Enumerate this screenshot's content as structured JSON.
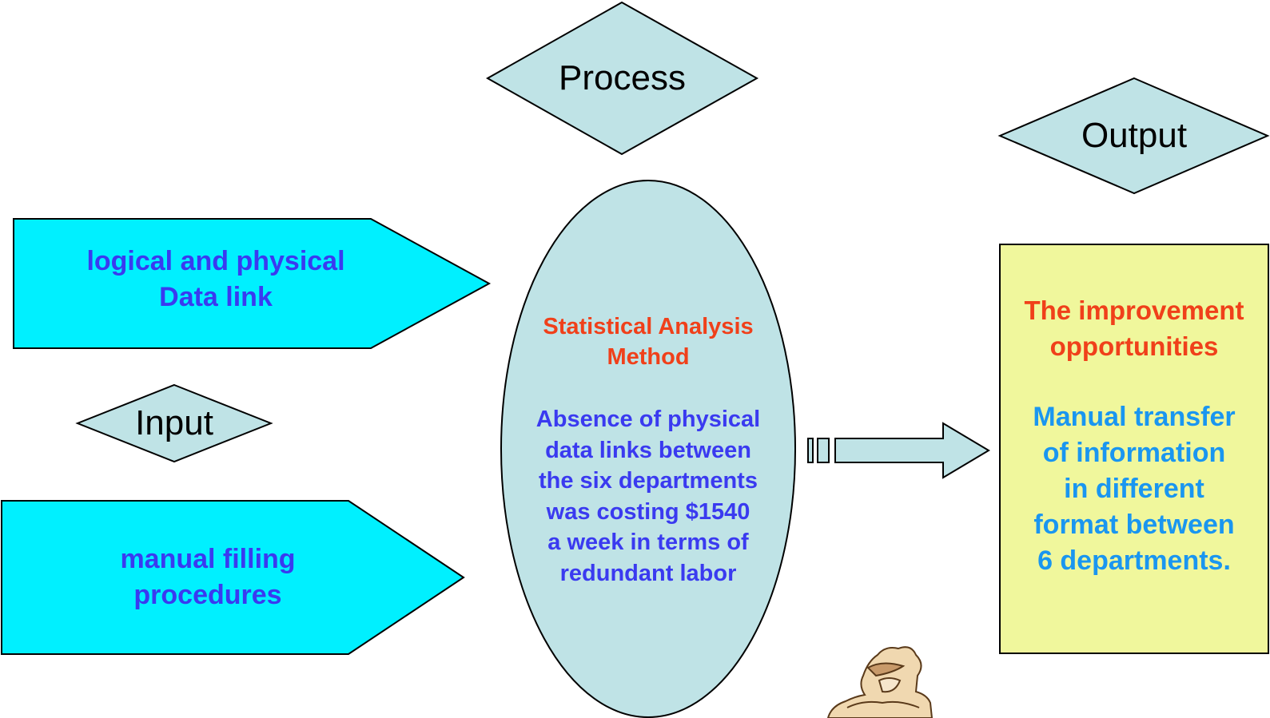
{
  "colors": {
    "input_shape_fill": "#00f0ff",
    "process_shape_fill": "#bfe3e6",
    "output_box_fill": "#f0f79c",
    "input_text": "#3a3af0",
    "method_title_text": "#f0401a",
    "method_body_text": "#3a3af0",
    "output_title_text": "#f0401a",
    "output_body_text": "#1a96f0"
  },
  "labels": {
    "process": "Process",
    "input": "Input",
    "output": "Output"
  },
  "inputs": {
    "first": [
      "logical and physical",
      "Data  link"
    ],
    "second": [
      "manual  filling",
      "procedures"
    ]
  },
  "process": {
    "title": [
      "Statistical Analysis",
      "Method"
    ],
    "body": [
      "Absence of physical",
      "data links between",
      "the six departments",
      "was costing $1540",
      "a week in terms of",
      "redundant labor"
    ]
  },
  "output": {
    "title": [
      "The improvement",
      "opportunities"
    ],
    "body": [
      "Manual transfer",
      "of information",
      "in different",
      "format between",
      "6 departments."
    ]
  },
  "icons": {
    "arrow": "right-block-arrow-icon",
    "character": "cartoon-character-icon"
  }
}
